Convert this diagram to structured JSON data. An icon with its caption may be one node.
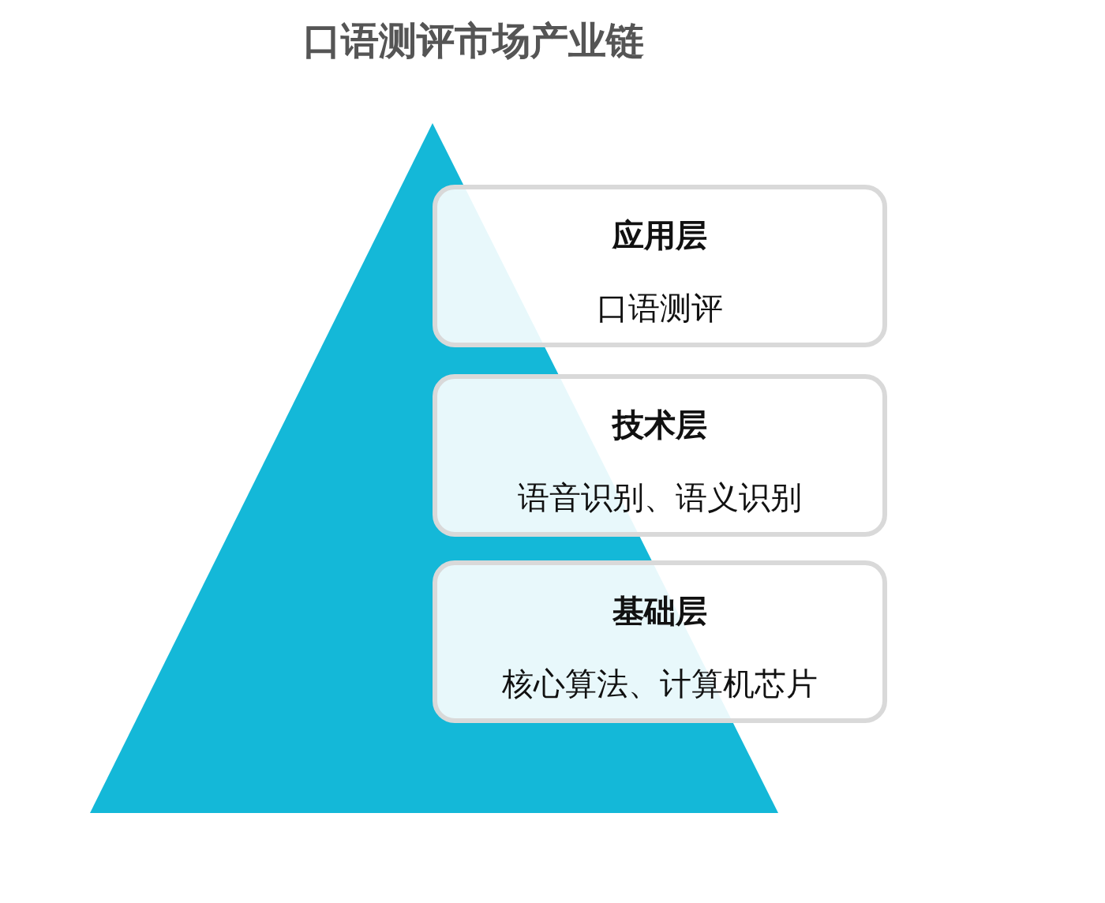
{
  "diagram": {
    "title": "口语测评市场产业链",
    "nodes": [
      {
        "text": [
          "应用层",
          "口语测评"
        ]
      },
      {
        "text": [
          "技术层",
          "语音识别、语义识别"
        ]
      },
      {
        "text": [
          "基础层",
          "核心算法、计算机芯片"
        ]
      }
    ]
  }
}
